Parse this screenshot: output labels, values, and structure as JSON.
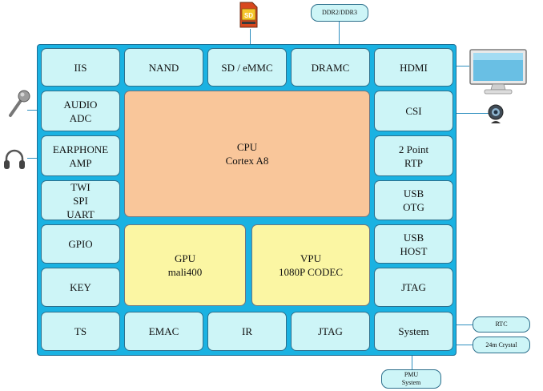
{
  "core": {
    "cpu": [
      "CPU",
      "Cortex A8"
    ],
    "gpu": [
      "GPU",
      "mali400"
    ],
    "vpu": [
      "VPU",
      "1080P CODEC"
    ]
  },
  "peripherals": {
    "iis": [
      "IIS"
    ],
    "nand": [
      "NAND"
    ],
    "sd": [
      "SD / eMMC"
    ],
    "dramc": [
      "DRAMC"
    ],
    "hdmi": [
      "HDMI"
    ],
    "audio_adc": [
      "AUDIO",
      "ADC"
    ],
    "csi": [
      "CSI"
    ],
    "earphone_amp": [
      "EARPHONE",
      "AMP"
    ],
    "rtp": [
      "2 Point",
      "RTP"
    ],
    "twi_spi_uart": [
      "TWI",
      "SPI",
      "UART"
    ],
    "usb_otg": [
      "USB",
      "OTG"
    ],
    "gpio": [
      "GPIO"
    ],
    "usb_host": [
      "USB",
      "HOST"
    ],
    "key": [
      "KEY"
    ],
    "jtag_right": [
      "JTAG"
    ],
    "ts": [
      "TS"
    ],
    "emac": [
      "EMAC"
    ],
    "ir": [
      "IR"
    ],
    "jtag_bottom": [
      "JTAG"
    ],
    "system": [
      "System"
    ]
  },
  "external": {
    "ddr": [
      "DDR2/DDR3"
    ],
    "rtc": [
      "RTC"
    ],
    "crystal": [
      "24m Crystal"
    ],
    "pmu": [
      "PMU",
      "System"
    ],
    "sd_card_label": "SD"
  },
  "icons": [
    "sd-card-icon",
    "monitor-icon",
    "microphone-icon",
    "headphones-icon",
    "webcam-icon"
  ],
  "colors": {
    "chip_background": "#1ab2e2",
    "peripheral_fill": "#cdf5f7",
    "cpu_fill": "#f9c69a",
    "gpu_vpu_fill": "#fbf6a3",
    "connector": "#2f8fbf"
  }
}
